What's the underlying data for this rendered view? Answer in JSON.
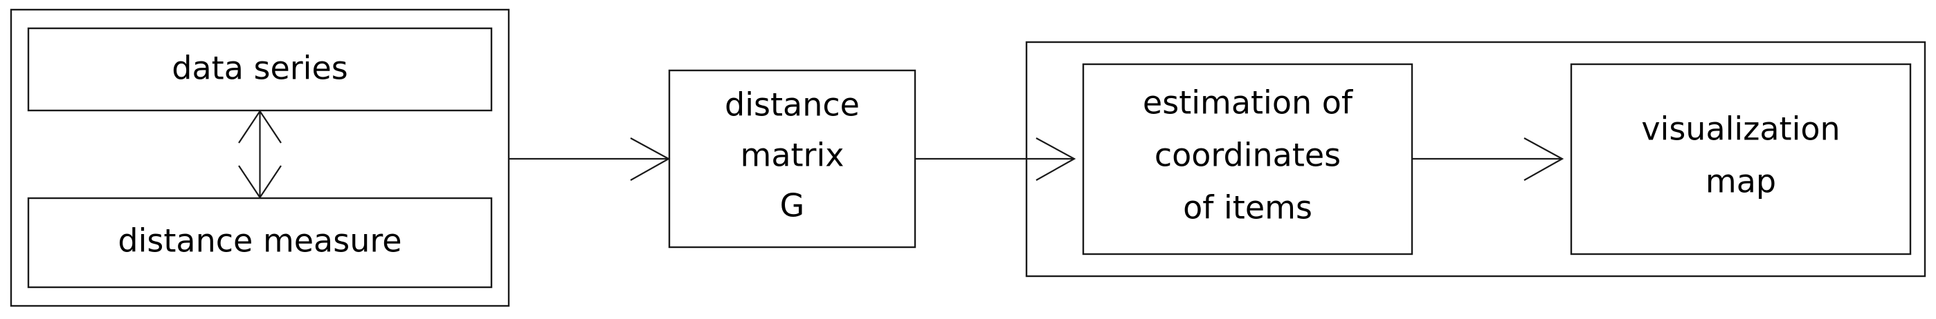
{
  "diagram": {
    "title": "distance-based visualization pipeline",
    "background_color": "#ffffff",
    "stroke_color": "#1a1a1a",
    "text_color": "#000000",
    "groups": [
      {
        "id": "input-group",
        "name": "data-and-measure-group",
        "label": ""
      },
      {
        "id": "processing-group",
        "name": "estimation-and-visualization-group",
        "label": ""
      }
    ],
    "nodes": {
      "data_series": {
        "label": "data series"
      },
      "distance_measure": {
        "label": "distance measure"
      },
      "distance_matrix": {
        "line1": "distance",
        "line2": "matrix",
        "line3": "G"
      },
      "estimation": {
        "line1": "estimation of",
        "line2": "coordinates",
        "line3": "of items"
      },
      "visualization": {
        "line1": "visualization",
        "line2": "map"
      }
    },
    "connectors": [
      {
        "id": "c1",
        "name": "bidirectional-arrow-data-series-distance-measure",
        "kind": "double-headed-vertical"
      },
      {
        "id": "c2",
        "name": "arrow-input-group-to-distance-matrix",
        "kind": "single-headed-horizontal"
      },
      {
        "id": "c3",
        "name": "arrow-distance-matrix-to-estimation",
        "kind": "single-headed-horizontal"
      },
      {
        "id": "c4",
        "name": "arrow-estimation-to-visualization",
        "kind": "single-headed-horizontal"
      }
    ]
  }
}
